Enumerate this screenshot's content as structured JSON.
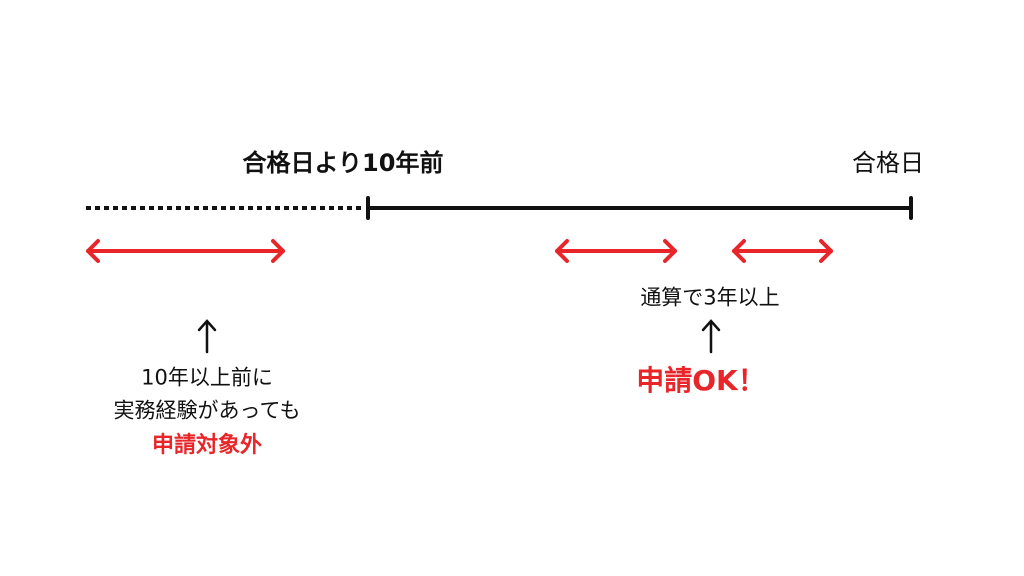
{
  "labels": {
    "ten_years_before": "合格日より10年前",
    "pass_date": "合格日",
    "cumulative": "通算で3年以上",
    "ok": "申請OK！",
    "left_line1": "10年以上前に",
    "left_line2": "実務経験があっても",
    "left_line3": "申請対象外",
    "up_arrow": "↑"
  },
  "colors": {
    "accent": "#e8262a",
    "line": "#111111"
  }
}
